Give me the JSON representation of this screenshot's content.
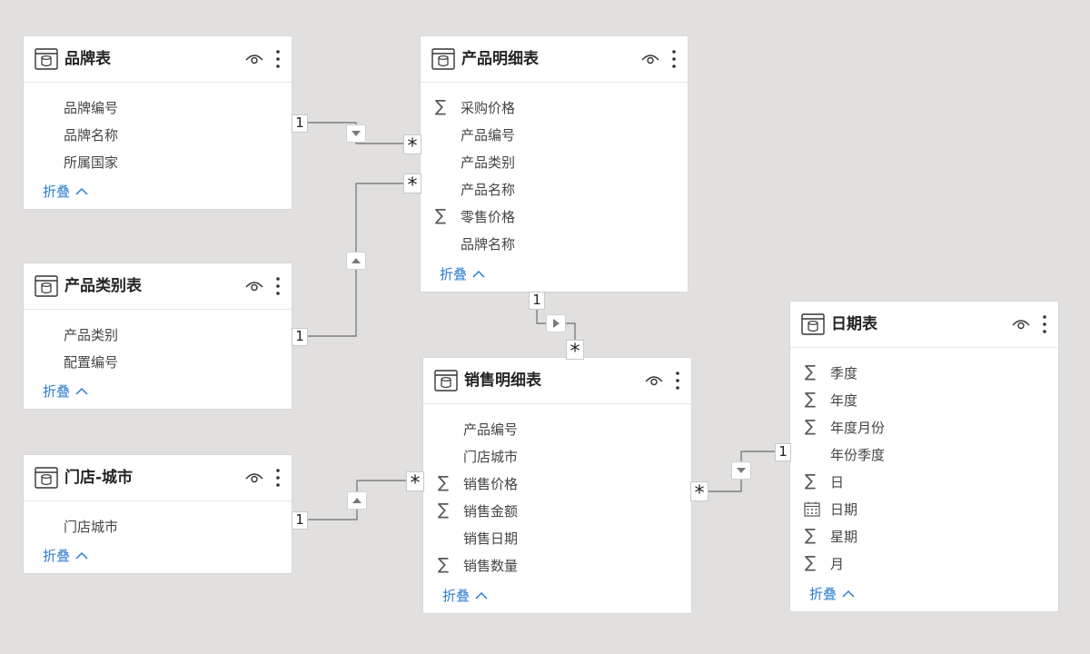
{
  "tables": {
    "brand": {
      "title": "品牌表",
      "fields": [
        {
          "label": "品牌编号",
          "icon": "none"
        },
        {
          "label": "品牌名称",
          "icon": "none"
        },
        {
          "label": "所属国家",
          "icon": "none"
        }
      ],
      "collapse_label": "折叠"
    },
    "category": {
      "title": "产品类别表",
      "fields": [
        {
          "label": "产品类别",
          "icon": "none"
        },
        {
          "label": "配置编号",
          "icon": "none"
        }
      ],
      "collapse_label": "折叠"
    },
    "store": {
      "title": "门店-城市",
      "fields": [
        {
          "label": "门店城市",
          "icon": "none"
        }
      ],
      "collapse_label": "折叠"
    },
    "product": {
      "title": "产品明细表",
      "fields": [
        {
          "label": "采购价格",
          "icon": "sigma"
        },
        {
          "label": "产品编号",
          "icon": "none"
        },
        {
          "label": "产品类别",
          "icon": "none"
        },
        {
          "label": "产品名称",
          "icon": "none"
        },
        {
          "label": "零售价格",
          "icon": "sigma"
        },
        {
          "label": "品牌名称",
          "icon": "none"
        }
      ],
      "collapse_label": "折叠"
    },
    "sales": {
      "title": "销售明细表",
      "fields": [
        {
          "label": "产品编号",
          "icon": "none"
        },
        {
          "label": "门店城市",
          "icon": "none"
        },
        {
          "label": "销售价格",
          "icon": "sigma"
        },
        {
          "label": "销售金额",
          "icon": "sigma"
        },
        {
          "label": "销售日期",
          "icon": "none"
        },
        {
          "label": "销售数量",
          "icon": "sigma"
        }
      ],
      "collapse_label": "折叠"
    },
    "date": {
      "title": "日期表",
      "fields": [
        {
          "label": "季度",
          "icon": "sigma"
        },
        {
          "label": "年度",
          "icon": "sigma"
        },
        {
          "label": "年度月份",
          "icon": "sigma"
        },
        {
          "label": "年份季度",
          "icon": "none"
        },
        {
          "label": "日",
          "icon": "sigma"
        },
        {
          "label": "日期",
          "icon": "calendar"
        },
        {
          "label": "星期",
          "icon": "sigma"
        },
        {
          "label": "月",
          "icon": "sigma"
        }
      ],
      "collapse_label": "折叠"
    }
  },
  "cardinality": {
    "one": "1",
    "many": "*"
  },
  "glyphs": {
    "sigma": "∑"
  },
  "colors": {
    "canvas": "#e1e0df",
    "card": "#ffffff",
    "link": "#2b7cd3",
    "line": "#7f7f7f",
    "title": "#252423"
  }
}
